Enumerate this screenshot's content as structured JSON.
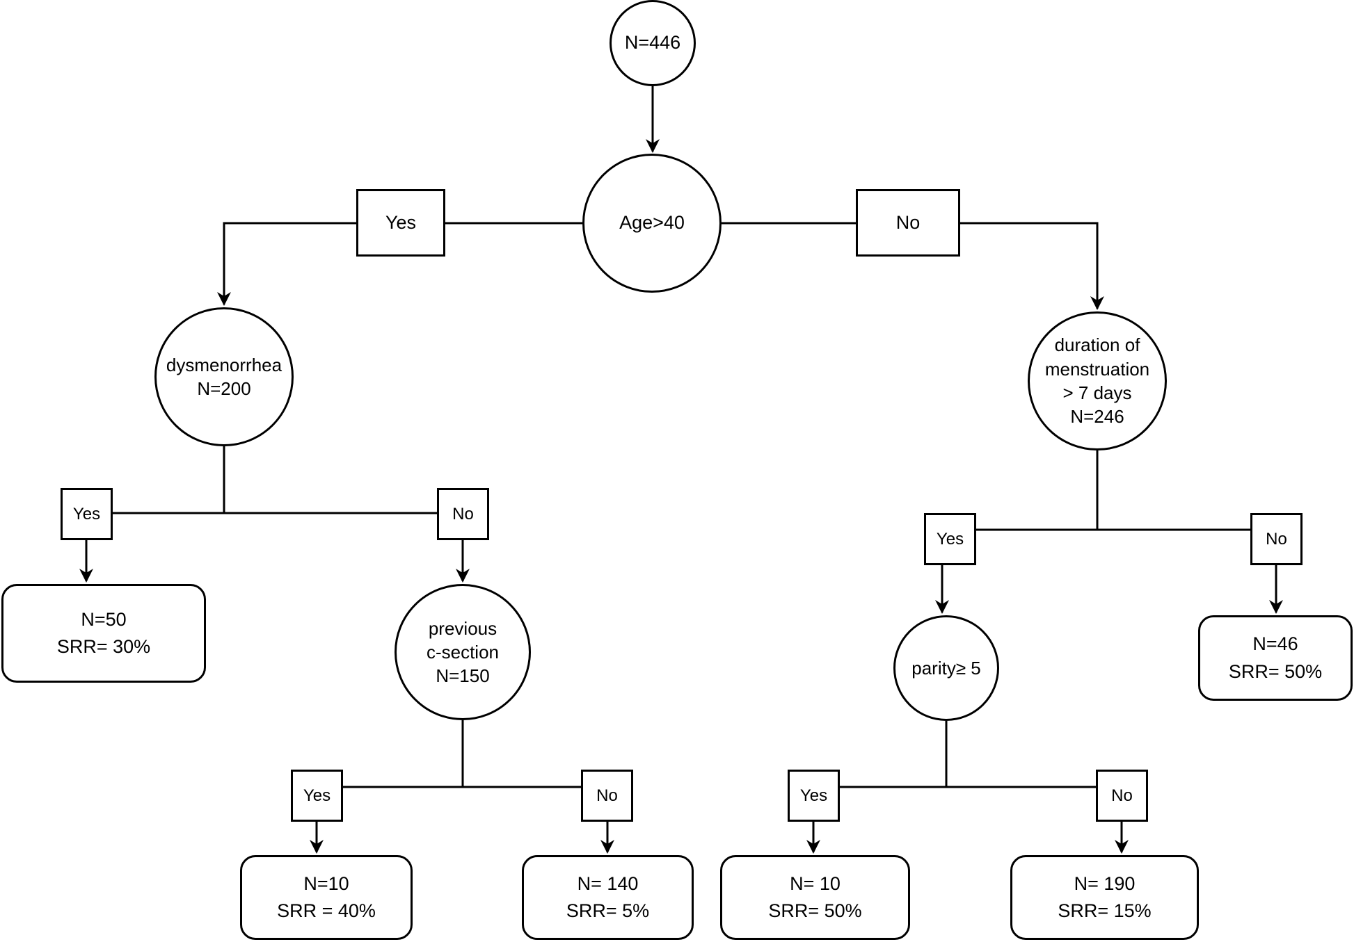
{
  "colors": {
    "background": "#ffffff",
    "line": "#000000",
    "text": "#000000"
  },
  "diagram_title": "",
  "nodes": {
    "root": {
      "label": "N=446",
      "shape": "circle"
    },
    "age": {
      "label": "Age>40",
      "shape": "circle"
    },
    "age_yes": {
      "label": "Yes",
      "shape": "box"
    },
    "age_no": {
      "label": "No",
      "shape": "box"
    },
    "dysmenorrhea": {
      "label": "dysmenorrhea\nN=200",
      "shape": "circle"
    },
    "duration": {
      "label": "duration of\nmenstruation\n> 7 days\nN=246",
      "shape": "circle"
    },
    "dys_yes": {
      "label": "Yes",
      "shape": "box"
    },
    "dys_no": {
      "label": "No",
      "shape": "box"
    },
    "leaf_dys_yes": {
      "label": "N=50\nSRR= 30%",
      "shape": "rounded"
    },
    "csection": {
      "label": "previous\nc-section\nN=150",
      "shape": "circle"
    },
    "cs_yes": {
      "label": "Yes",
      "shape": "box"
    },
    "cs_no": {
      "label": "No",
      "shape": "box"
    },
    "leaf_cs_yes": {
      "label": "N=10\nSRR = 40%",
      "shape": "rounded"
    },
    "leaf_cs_no": {
      "label": "N= 140\nSRR= 5%",
      "shape": "rounded"
    },
    "dur_yes": {
      "label": "Yes",
      "shape": "box"
    },
    "dur_no": {
      "label": "No",
      "shape": "box"
    },
    "parity": {
      "label": "parity≥ 5",
      "shape": "circle"
    },
    "leaf_dur_no": {
      "label": "N=46\nSRR= 50%",
      "shape": "rounded"
    },
    "par_yes": {
      "label": "Yes",
      "shape": "box"
    },
    "par_no": {
      "label": "No",
      "shape": "box"
    },
    "leaf_par_yes": {
      "label": "N= 10\nSRR= 50%",
      "shape": "rounded"
    },
    "leaf_par_no": {
      "label": "N= 190\nSRR= 15%",
      "shape": "rounded"
    }
  }
}
